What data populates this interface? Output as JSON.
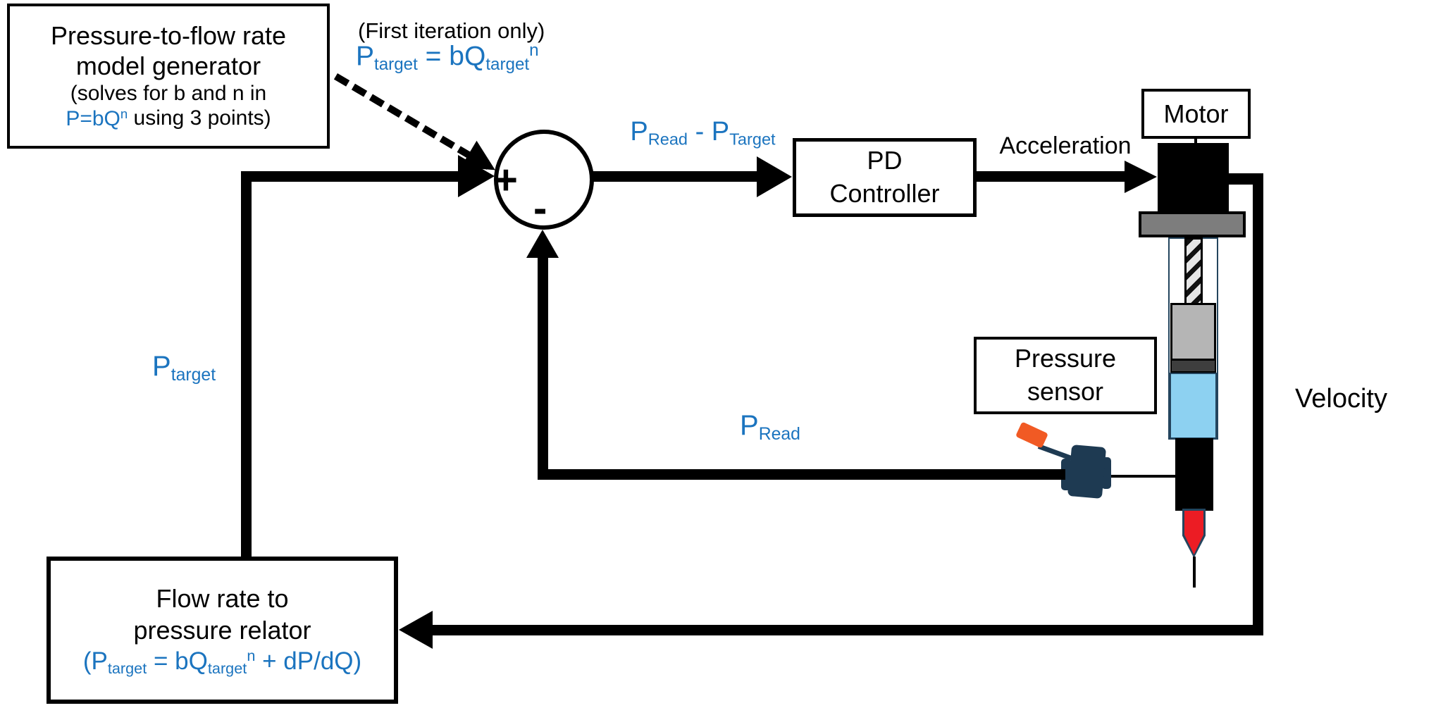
{
  "colors": {
    "accent_blue": "#1b74bf",
    "liquid_blue": "#8dd1f1",
    "sensor_navy": "#1e3a52",
    "sensor_orange": "#f15a24",
    "needle_red": "#ec1c24",
    "flange_gray": "#7d7d7d",
    "plunger_gray": "#b5b5b5",
    "stopper_dark_gray": "#3e3e3e",
    "barrel_outline": "#24455e",
    "line_black": "#000000"
  },
  "model_generator_box": {
    "line1": "Pressure-to-flow rate",
    "line2": "model generator",
    "line3": "(solves for b and n in",
    "eq_blue": "P=bQ",
    "eq_sup": "n",
    "line4_tail": " using 3 points)"
  },
  "first_iteration": {
    "note": "(First iteration only)",
    "eq": {
      "p": "P",
      "p_sub": "target",
      "mid": " = bQ",
      "q_sub": "target",
      "sup": "n"
    }
  },
  "summing_junction": {
    "plus": "+",
    "minus": "-"
  },
  "error_signal": {
    "p1": "P",
    "sub1": "Read",
    "mid": " - P",
    "sub2": "Target"
  },
  "pd_controller_box": {
    "line1": "PD",
    "line2": "Controller"
  },
  "acceleration_label": "Acceleration",
  "motor_box_label": "Motor",
  "pressure_sensor_box": {
    "line1": "Pressure",
    "line2": "sensor"
  },
  "velocity_label": "Velocity",
  "p_target_label": {
    "p": "P",
    "sub": "target"
  },
  "p_read_label": {
    "p": "P",
    "sub": "Read"
  },
  "flow_relator_box": {
    "line1": "Flow rate to",
    "line2": "pressure relator",
    "eq": {
      "open": "(P",
      "sub1": "target",
      "mid": " = bQ",
      "sub2": "target",
      "sup": "n",
      "tail": " + dP/dQ)"
    }
  }
}
